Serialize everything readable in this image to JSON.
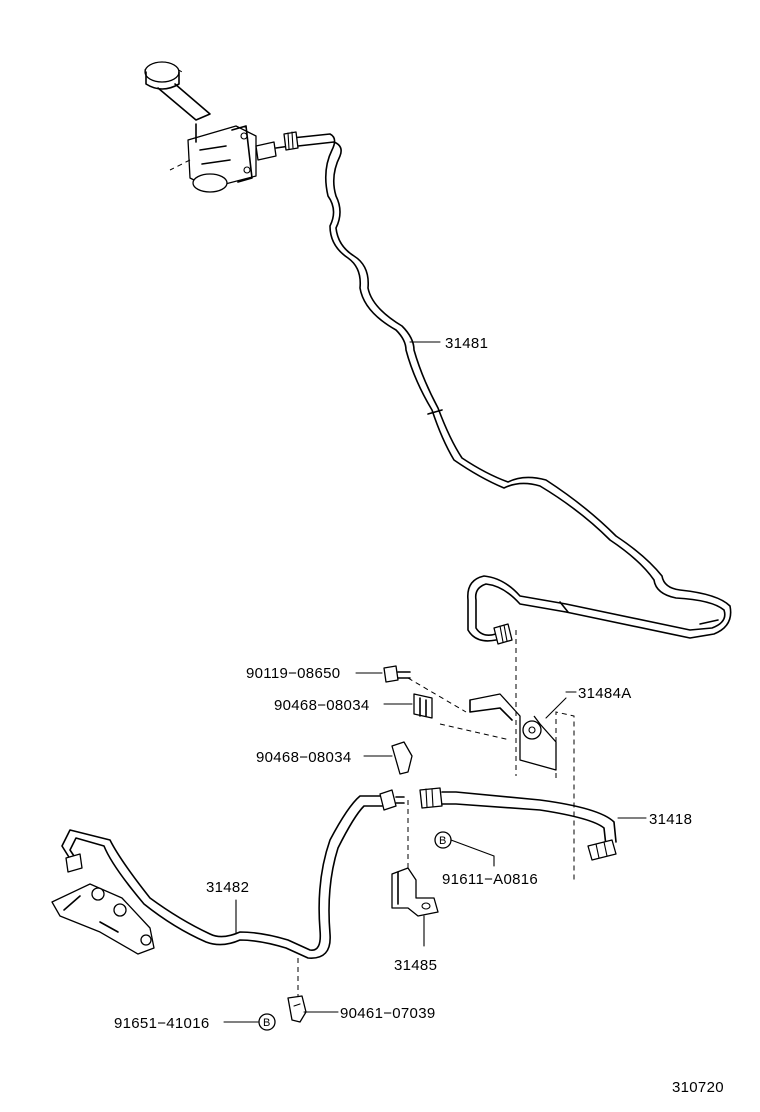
{
  "diagram": {
    "code": "310720",
    "labels": {
      "p31481": "31481",
      "p31484A": "31484A",
      "p31418": "31418",
      "p31482": "31482",
      "p31485": "31485",
      "p90119": "90119−08650",
      "p90468a": "90468−08034",
      "p90468b": "90468−08034",
      "p91611": "91611−A0816",
      "p91651": "91651−41016",
      "p90461": "90461−07039"
    },
    "marker": "B"
  }
}
